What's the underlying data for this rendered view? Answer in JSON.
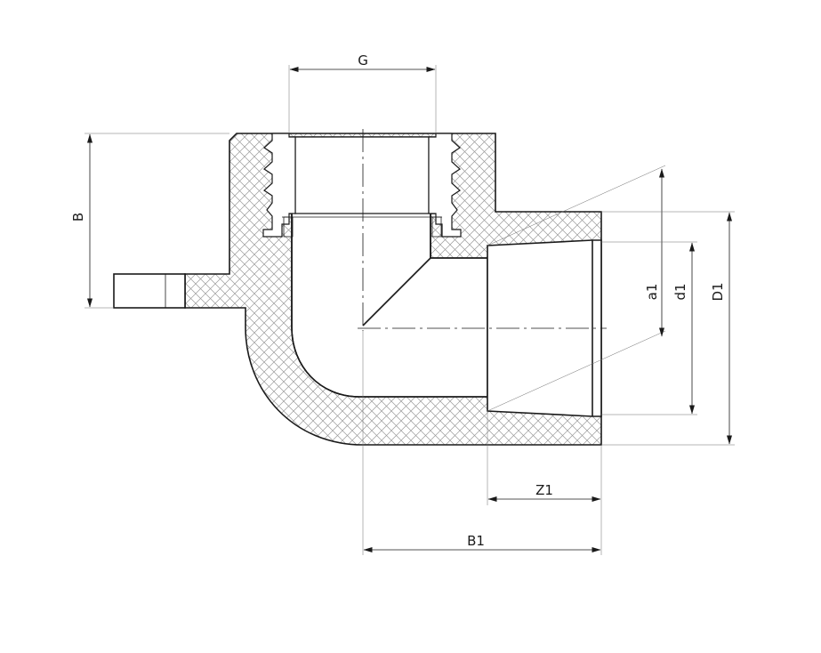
{
  "labels": {
    "G": "G",
    "B": "B",
    "a1": "a1",
    "d1": "d1",
    "D1": "D1",
    "Z1": "Z1",
    "B1": "B1"
  },
  "colors": {
    "line": "#1a1a1a",
    "hatch": "#9a9a9a",
    "background": "#ffffff"
  }
}
